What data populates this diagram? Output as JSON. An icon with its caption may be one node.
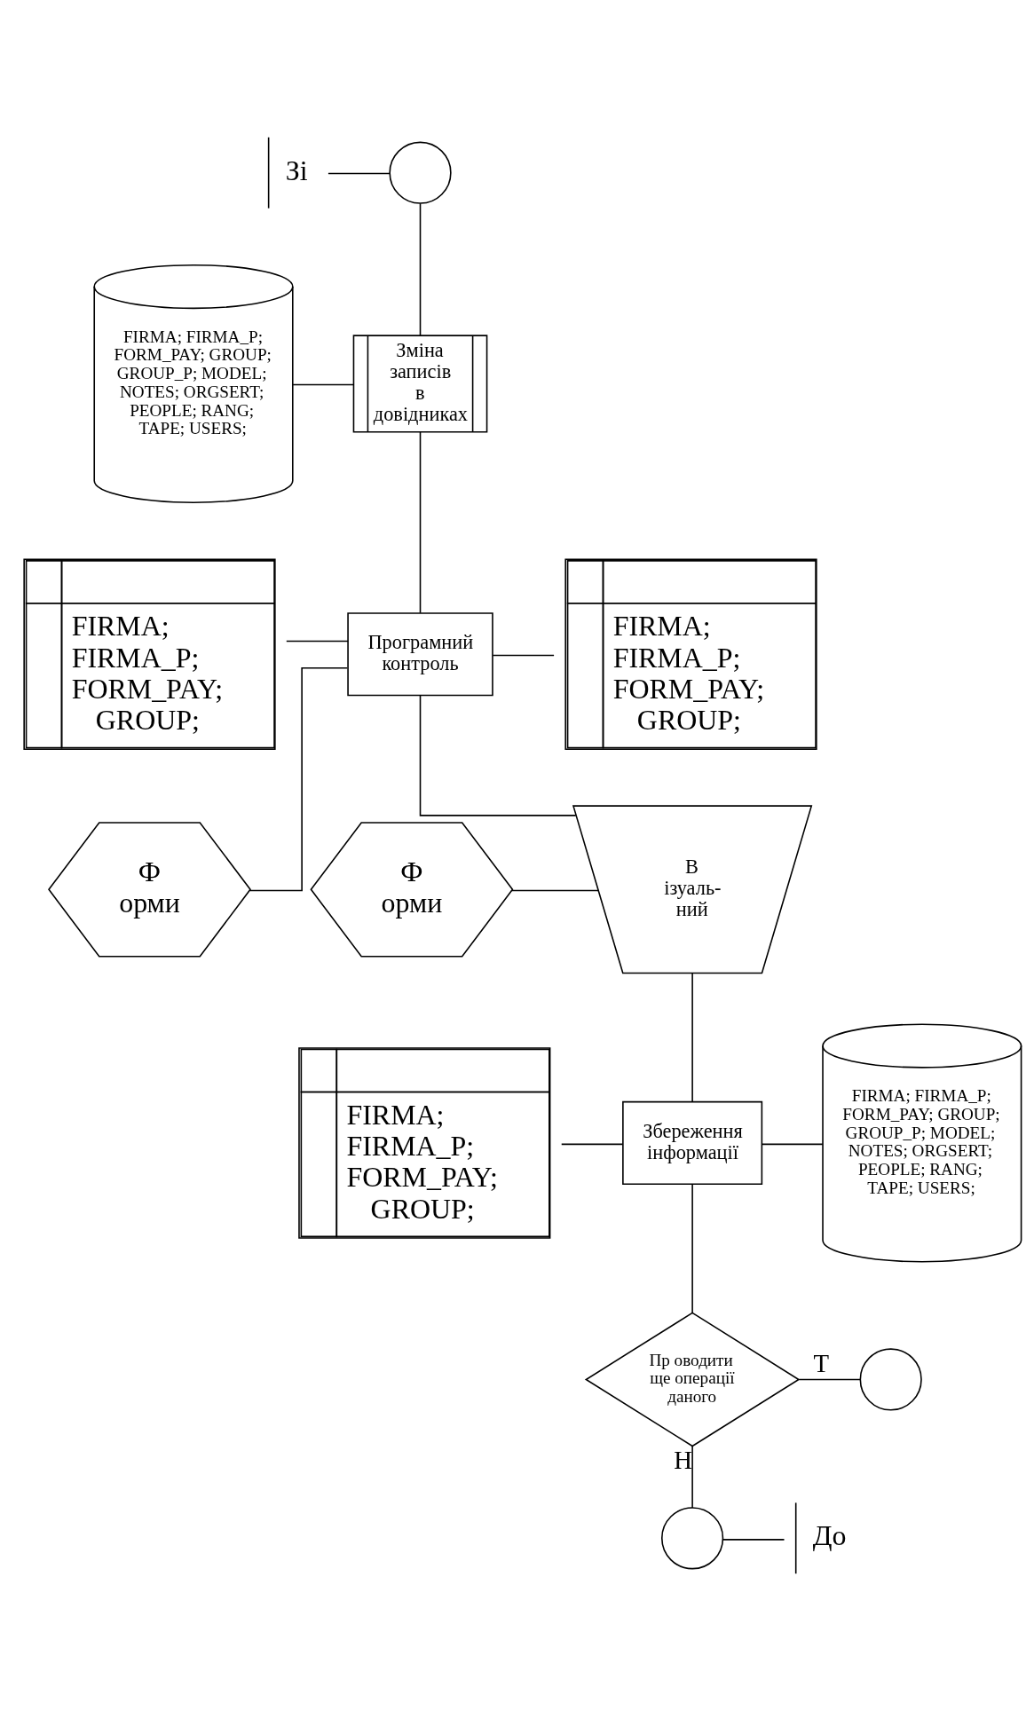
{
  "diagram": {
    "nodes": [
      {
        "text": [
          "Зі"
        ]
      },
      {
        "text": [],
        "shape": "circle"
      },
      {
        "text": [
          "FIRMA; FIRMA_P; FORM_PAY; GROUP; GROUP_P; MODEL; NOTES; ORGSERT; PEOPLE; RANG; TAPE; USERS;"
        ]
      },
      {
        "text": [
          "Зміна записів в довідниках"
        ]
      },
      {
        "text": [
          "FIRMA; FIRMA_P; FORM_PAY; GROUP;"
        ]
      },
      {
        "text": [
          "FIRMA; FIRMA_P; FORM_PAY; GROUP;"
        ]
      },
      {
        "text": [
          "Програмний контроль"
        ]
      },
      {
        "text": [
          "Ф орми"
        ]
      },
      {
        "text": [
          "Ф орми"
        ]
      },
      {
        "text": [
          "В ізуаль- ний"
        ]
      },
      {
        "text": [
          "FIRMA; FIRMA_P; FORM_PAY; GROUP;"
        ]
      },
      {
        "text": [
          "Збереження інформації"
        ]
      },
      {
        "text": [
          "FIRMA; FIRMA_P; FORM_PAY; GROUP; GROUP_P; MODEL; NOTES; ORGSERT; PEOPLE; RANG; TAPE; USERS;"
        ]
      },
      {
        "text": [
          "Пр оводити ще операції даного"
        ]
      },
      {
        "text": [],
        "shape": "circle"
      },
      {
        "text": [],
        "shape": "circle"
      },
      {
        "text": [
          "До"
        ]
      }
    ],
    "edges": [
      {
        "from": 0,
        "to": 1,
        "arrow": "none"
      },
      {
        "from": 1,
        "to": 3,
        "arrow": "none"
      },
      {
        "from": 2,
        "to": 3,
        "arrow": "none"
      },
      {
        "from": 3,
        "to": 6,
        "arrow": "none"
      },
      {
        "from": 5,
        "to": 6,
        "arrow": "none"
      },
      {
        "from": 6,
        "to": 4,
        "arrow": "none"
      },
      {
        "from": 6,
        "to": 7,
        "arrow": "none"
      },
      {
        "from": 6,
        "to": 9,
        "arrow": "none"
      },
      {
        "from": 8,
        "to": 9,
        "arrow": "none"
      },
      {
        "from": 9,
        "to": 11,
        "arrow": "none"
      },
      {
        "from": 10,
        "to": 11,
        "arrow": "none"
      },
      {
        "from": 11,
        "to": 12,
        "arrow": "none"
      },
      {
        "from": 11,
        "to": 13,
        "arrow": "none"
      },
      {
        "from": 13,
        "to": 14,
        "label": "Т",
        "arrow": "none"
      },
      {
        "from": 13,
        "to": 15,
        "label": "Н",
        "arrow": "none"
      },
      {
        "from": 15,
        "to": 16,
        "arrow": "none"
      }
    ]
  }
}
